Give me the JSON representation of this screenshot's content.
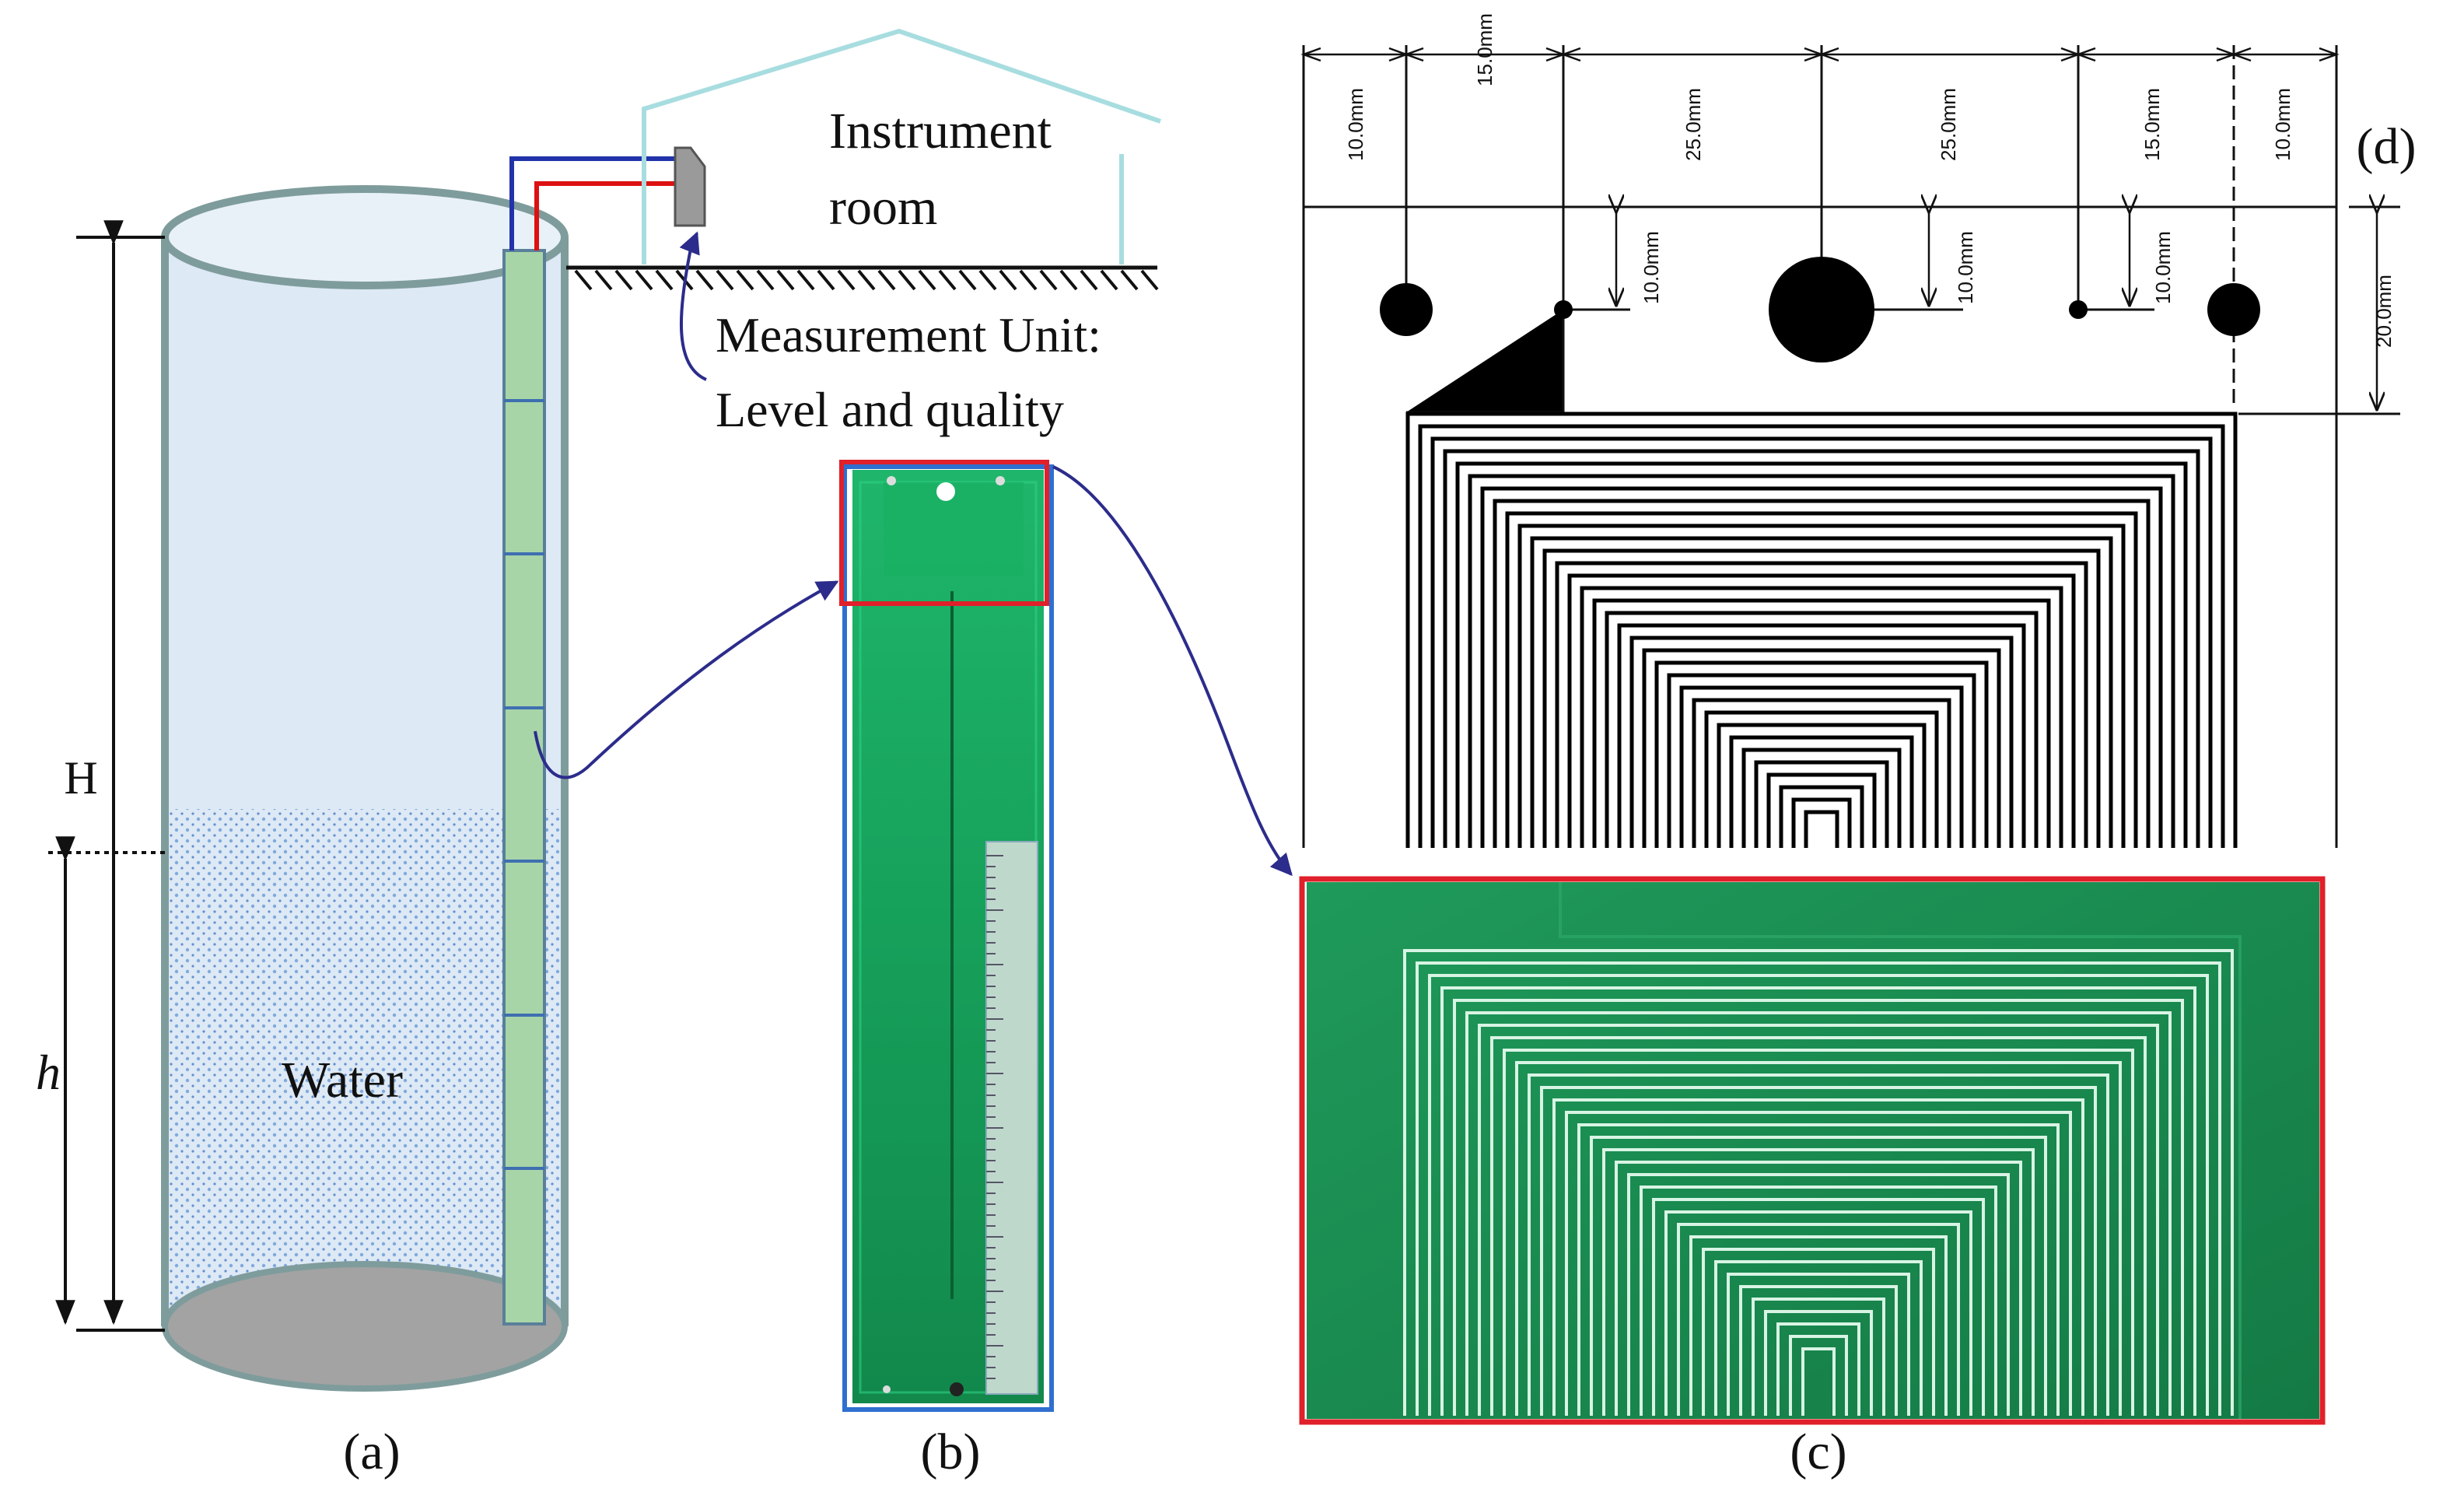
{
  "panels": {
    "a": {
      "caption": "(a)"
    },
    "b": {
      "caption": "(b)"
    },
    "c": {
      "caption": "(c)"
    },
    "d": {
      "caption": "(d)"
    }
  },
  "tank": {
    "height_symbol": "H",
    "level_symbol": "h",
    "water_label": "Water"
  },
  "instrument_room": {
    "title_line1": "Instrument",
    "title_line2": "room"
  },
  "measurement_unit": {
    "line1": "Measurement Unit:",
    "line2": "Level and quality"
  },
  "dimensions": {
    "top": [
      "10.0mm",
      "15.0mm",
      "25.0mm",
      "25.0mm",
      "15.0mm",
      "10.0mm"
    ],
    "hole_drop_left": "10.0mm",
    "hole_drop_center": "10.0mm",
    "hole_drop_right": "10.0mm",
    "pattern_offset": "20.0mm"
  },
  "colors": {
    "tank_fill": "#dde9f5",
    "tank_stroke": "#7f9c9c",
    "pcb_green": "#17a85a",
    "highlight_red": "#e0202a",
    "highlight_blue": "#2f6fd0",
    "arrow_navy": "#2c2c8c",
    "wire_blue": "#2233aa",
    "wire_red": "#dd1111",
    "roof_cyan": "#a8dde0"
  }
}
